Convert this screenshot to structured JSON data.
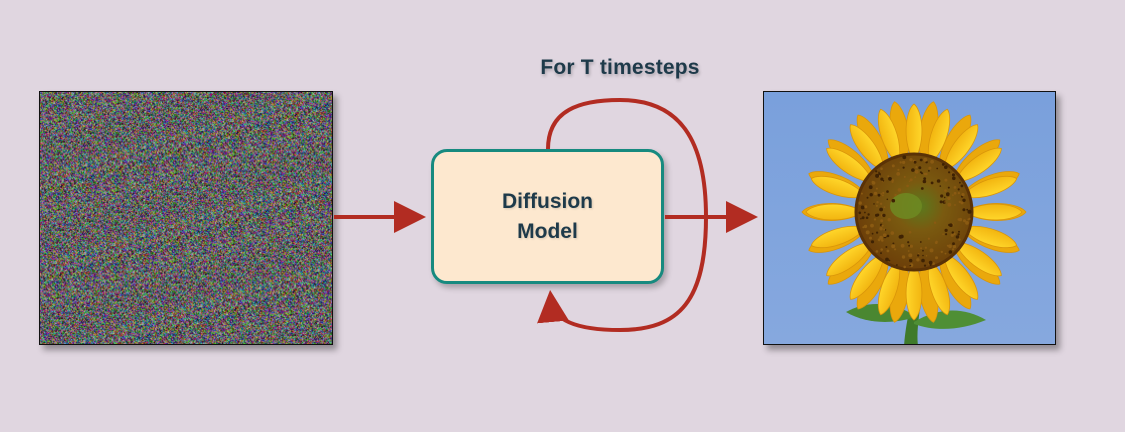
{
  "diagram": {
    "loop_label": "For T timesteps",
    "model": {
      "line1": "Diffusion",
      "line2": "Model"
    },
    "input_image": {
      "description": "random-noise-image"
    },
    "output_image": {
      "description": "sunflower-image"
    }
  },
  "colors": {
    "background": "#e0d6e0",
    "arrow": "#b22c22",
    "box_fill": "#fde8cf",
    "box_border": "#178a7f",
    "text": "#1e3a4a"
  }
}
